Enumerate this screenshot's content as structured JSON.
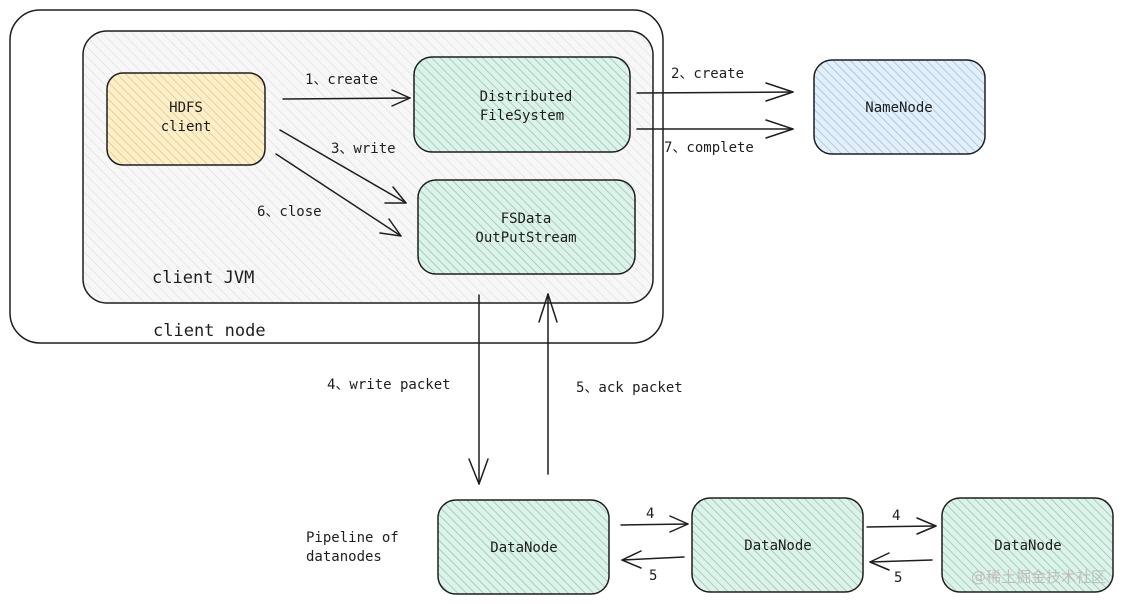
{
  "containers": {
    "client_node": "client node",
    "client_jvm": "client JVM"
  },
  "nodes": {
    "hdfs_client": [
      "HDFS",
      "client"
    ],
    "distributed_fs": [
      "Distributed",
      "FileSystem"
    ],
    "fsdata_stream": [
      "FSData",
      "OutPutStream"
    ],
    "namenode": "NameNode",
    "datanode_1": "DataNode",
    "datanode_2": "DataNode",
    "datanode_3": "DataNode"
  },
  "edges": {
    "create_1": "1、create",
    "create_2": "2、create",
    "write_3": "3、write",
    "write_packet_4": "4、write packet",
    "ack_packet_5": "5、ack packet",
    "close_6": "6、close",
    "complete_7": "7、complete",
    "pipe_fwd_a": "4",
    "pipe_back_a": "5",
    "pipe_fwd_b": "4",
    "pipe_back_b": "5"
  },
  "pipeline_label": [
    "Pipeline of",
    "datanodes"
  ],
  "watermark": "@稀土掘金技术社区",
  "colors": {
    "client_fill": "#f6dea0",
    "green_fill": "#bfe5d7",
    "blue_fill": "#c7dff2",
    "jvm_fill": "#f0f0f0",
    "stroke": "#1e1e1e"
  }
}
